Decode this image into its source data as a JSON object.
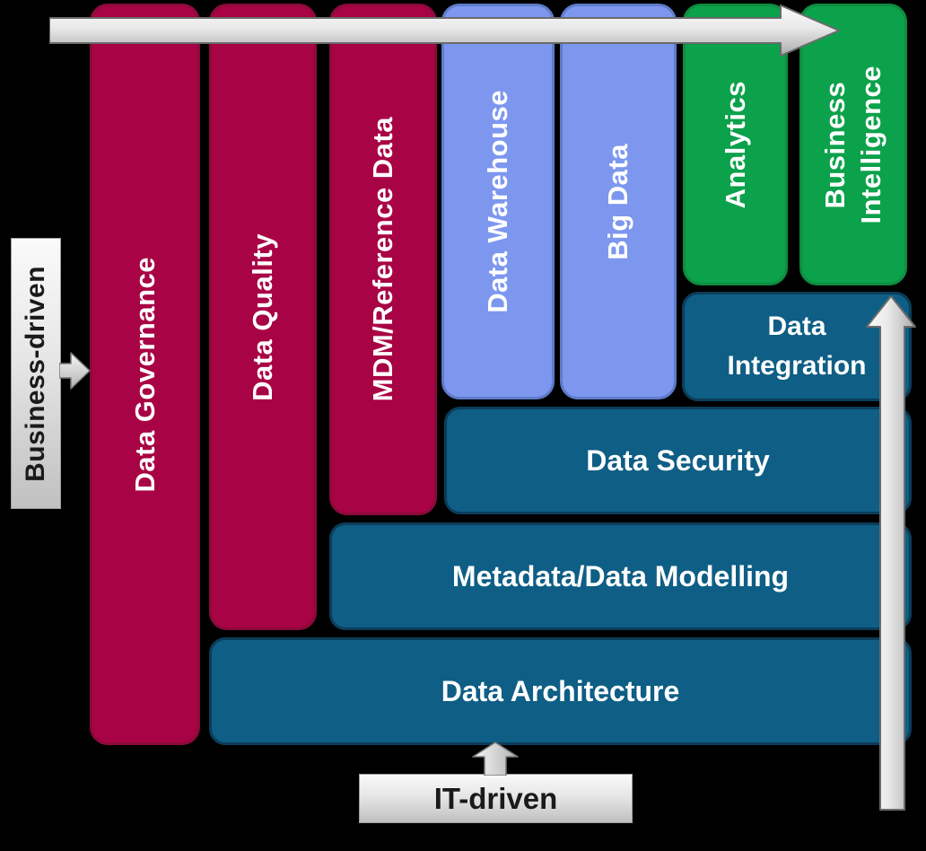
{
  "diagram": {
    "pillars": [
      {
        "label": "Data Governance"
      },
      {
        "label": "Data Quality"
      },
      {
        "label": "MDM/Reference Data"
      },
      {
        "label": "Data Warehouse"
      },
      {
        "label": "Big Data"
      },
      {
        "label": "Analytics"
      },
      {
        "label": "Business\nIntelligence"
      }
    ],
    "layers": [
      {
        "label": "Data\nIntegration"
      },
      {
        "label": "Data Security"
      },
      {
        "label": "Metadata/Data Modelling"
      },
      {
        "label": "Data Architecture"
      }
    ],
    "annotations": {
      "business_driven": "Business-driven",
      "it_driven": "IT-driven"
    }
  },
  "colors": {
    "background": "#000000",
    "crimson": "#A80345",
    "crimson-border": "#8C0A3A",
    "blue": "#7D97EF",
    "blue-border": "#5E7BC8",
    "green": "#0CA14B",
    "green-border": "#0E8C40",
    "teal": "#0E5E85",
    "teal-border": "#0B3D59",
    "arrow-light": "#F7F7F7",
    "arrow-dark": "#ACACAC",
    "label-box-text": "#1A1A1A"
  }
}
